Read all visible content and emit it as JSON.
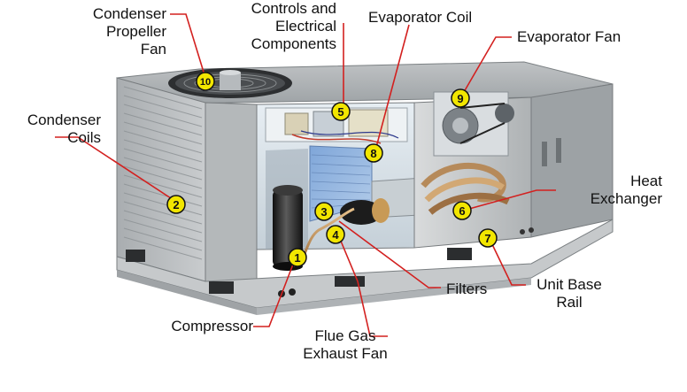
{
  "colors": {
    "leader_line": "#d3201f",
    "marker_fill": "#f2e600",
    "marker_stroke": "#111111",
    "cabinet_light": "#c9ccce",
    "cabinet_dark": "#8f9497",
    "base_rail": "#b7babb"
  },
  "labels": {
    "condenser_fan": [
      "Condenser",
      "Propeller",
      "Fan"
    ],
    "controls": [
      "Controls and",
      "Electrical",
      "Components"
    ],
    "evaporator_coil": [
      "Evaporator Coil"
    ],
    "evaporator_fan": [
      "Evaporator Fan"
    ],
    "condenser_coils": [
      "Condenser",
      "Coils"
    ],
    "heat_exchanger": [
      "Heat",
      "Exchanger"
    ],
    "compressor": [
      "Compressor"
    ],
    "filters": [
      "Filters"
    ],
    "unit_base_rail": [
      "Unit Base",
      "Rail"
    ],
    "flue_gas": [
      "Flue Gas",
      "Exhaust Fan"
    ]
  },
  "markers": [
    "1",
    "2",
    "3",
    "4",
    "5",
    "6",
    "7",
    "8",
    "9",
    "10"
  ]
}
